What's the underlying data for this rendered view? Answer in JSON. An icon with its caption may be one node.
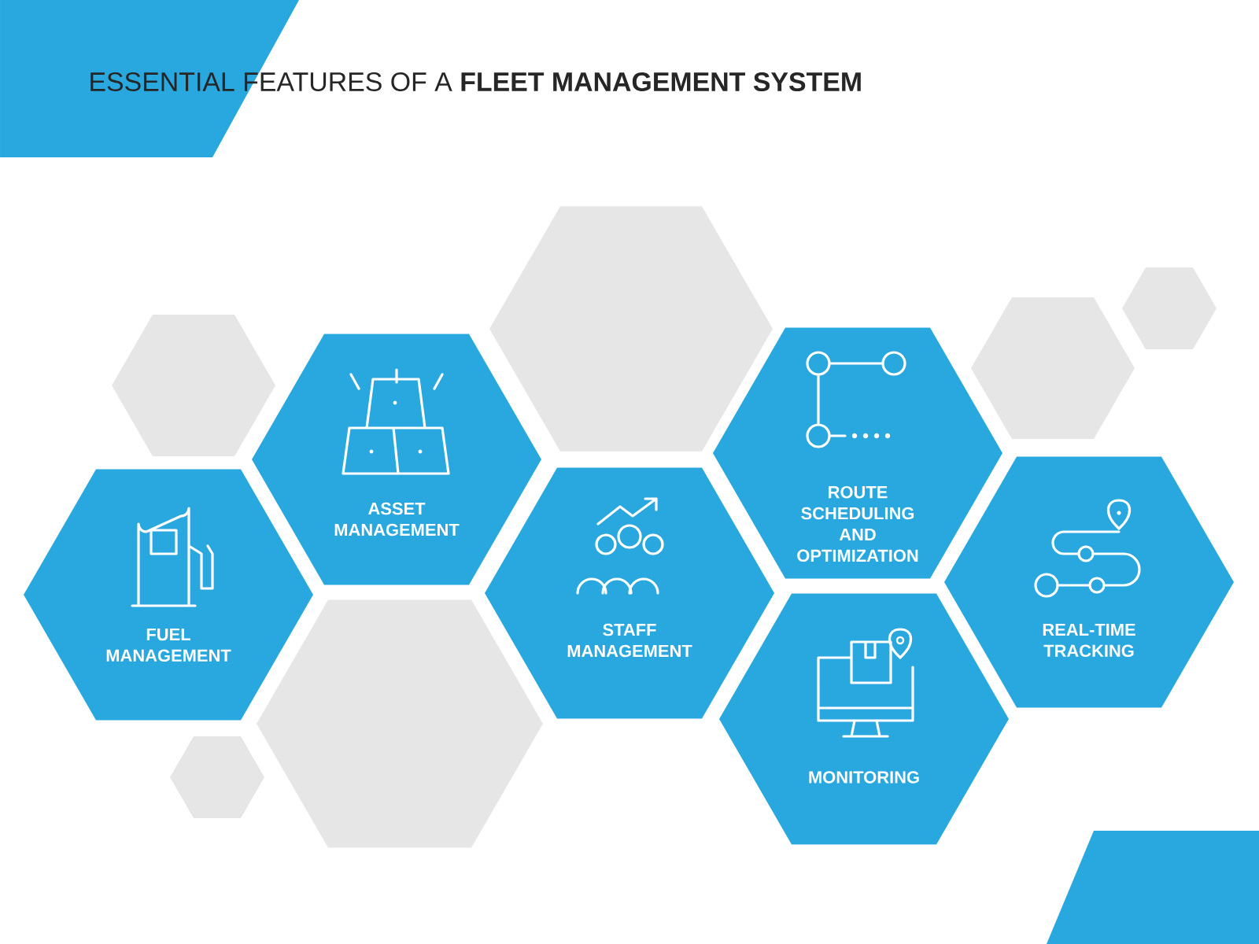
{
  "diagram": {
    "title": "ESSENTIAL FEATURES OF A **FLEET MANAGEMENT SYSTEM**",
    "nodes": [
      {
        "text": [
          "FUEL MANAGEMENT"
        ]
      },
      {
        "text": [
          "ASSET MANAGEMENT"
        ]
      },
      {
        "text": [
          "STAFF MANAGEMENT"
        ]
      },
      {
        "text": [
          "ROUTE SCHEDULING AND OPTIMIZATION"
        ]
      },
      {
        "text": [
          "MONITORING"
        ]
      },
      {
        "text": [
          "REAL-TIME TRACKING"
        ]
      },
      {
        "text": [],
        "shape": "hexagon"
      },
      {
        "text": [],
        "shape": "hexagon"
      },
      {
        "text": [],
        "shape": "hexagon"
      },
      {
        "text": [],
        "shape": "hexagon"
      },
      {
        "text": [],
        "shape": "hexagon"
      },
      {
        "text": [],
        "shape": "hexagon"
      }
    ]
  }
}
